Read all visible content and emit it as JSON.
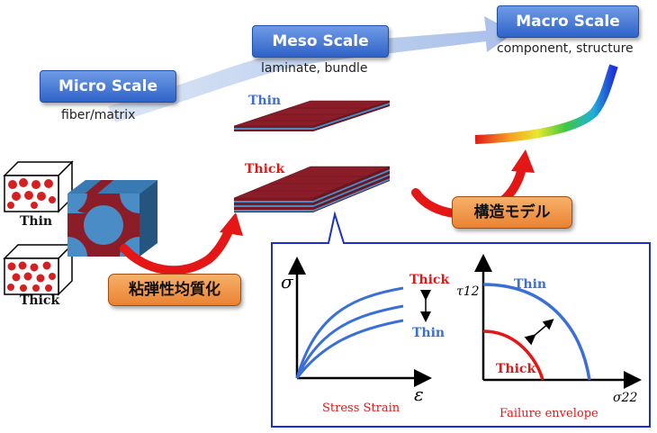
{
  "scales": {
    "micro": {
      "title": "Micro Scale",
      "sub": "fiber/matrix"
    },
    "meso": {
      "title": "Meso Scale",
      "sub": "laminate, bundle"
    },
    "macro": {
      "title": "Macro Scale",
      "sub": "component, structure"
    }
  },
  "process": {
    "homogenization": "粘弾性均質化",
    "structural_model": "構造モデル"
  },
  "labels": {
    "thin": "Thin",
    "thick": "Thick"
  },
  "colors": {
    "blue": "#3b6fd8",
    "red": "#e51616",
    "box_blue": "#2f63c8",
    "orange": "#ea8232"
  },
  "charts": {
    "stress_strain": {
      "caption": "Stress Strain",
      "ylabel": "σ",
      "xlabel": "ε",
      "top_label": "Thick",
      "bottom_label": "Thin"
    },
    "failure_envelope": {
      "caption": "Failure envelope",
      "ylabel": "τ12",
      "xlabel": "σ22",
      "thin_label": "Thin",
      "thick_label": "Thick"
    }
  }
}
